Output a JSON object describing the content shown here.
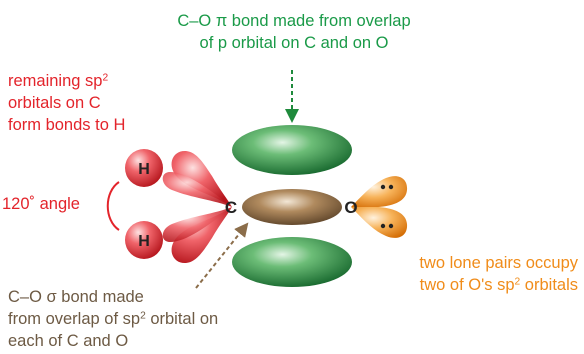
{
  "labels": {
    "pi_bond_1": "C–O π bond made from overlap",
    "pi_bond_2": "of p orbital on C and on O",
    "sp2_h_1": "remaining sp",
    "sp2_h_1_sup": "2",
    "sp2_h_2": "orbitals on C",
    "sp2_h_3": "form bonds to H",
    "angle": "120˚ angle",
    "lone_pairs_1": "two lone pairs occupy",
    "lone_pairs_2_a": "two of O's sp",
    "lone_pairs_2_sup": "2",
    "lone_pairs_2_b": " orbitals",
    "sigma_1": "C–O σ bond made",
    "sigma_2_a": "from overlap of sp",
    "sigma_2_sup": "2",
    "sigma_2_b": " orbital on",
    "sigma_3": "each of C and O"
  },
  "atoms": {
    "h_top": "H",
    "h_bottom": "H",
    "carbon": "C",
    "oxygen": "O"
  },
  "colors": {
    "pi_orbital": "#1f8a3c",
    "sigma_orbital": "#8b6d4a",
    "h_orbital": "#e52b31",
    "o_lone_pair": "#f28a1b",
    "green_text": "#1a9a48",
    "red_text": "#e3242b",
    "orange_text": "#f08c1a",
    "arrow": "#8b6d4a"
  }
}
